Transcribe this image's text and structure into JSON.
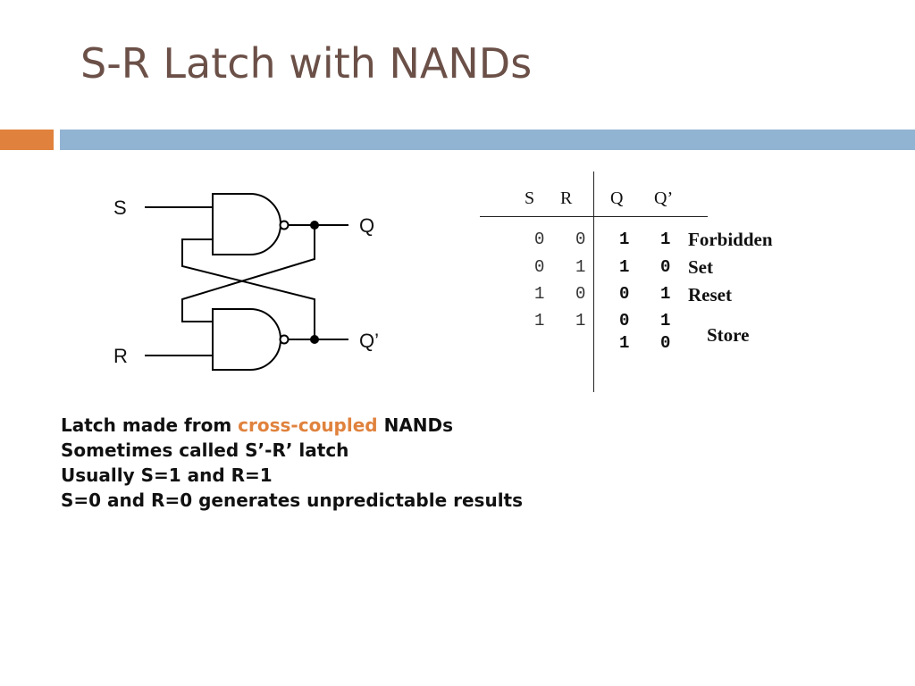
{
  "slide": {
    "title": "S-R Latch with NANDs",
    "colors": {
      "title": "#6b5048",
      "accent": "#e0823d",
      "bar": "#92b4d3"
    }
  },
  "circuit": {
    "input_s": "S",
    "input_r": "R",
    "output_q": "Q",
    "output_q_bar": "Q’"
  },
  "truth_table": {
    "headers": {
      "s": "S",
      "r": "R",
      "q": "Q",
      "q_bar": "Q’"
    },
    "rows": [
      {
        "s": "0",
        "r": "0",
        "q": "1",
        "q_bar": "1",
        "state": "Forbidden"
      },
      {
        "s": "0",
        "r": "1",
        "q": "1",
        "q_bar": "0",
        "state": "Set"
      },
      {
        "s": "1",
        "r": "0",
        "q": "0",
        "q_bar": "1",
        "state": "Reset"
      },
      {
        "s": "1",
        "r": "1",
        "q": "0",
        "q_bar": "1",
        "q2": "1",
        "q_bar2": "0",
        "state": "Store"
      }
    ]
  },
  "notes": {
    "line1_before": "Latch made from ",
    "line1_accent": "cross-coupled",
    "line1_after": " NANDs",
    "line2": "Sometimes called S’-R’ latch",
    "line3": "Usually S=1 and R=1",
    "line4": "S=0 and R=0 generates unpredictable results"
  }
}
